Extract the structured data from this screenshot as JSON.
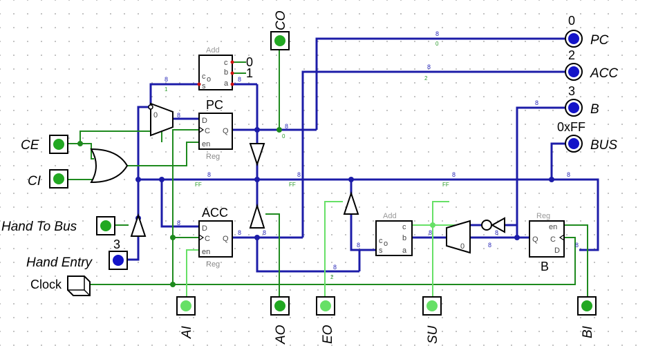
{
  "inputs": {
    "ce": "CE",
    "ci": "CI",
    "hand_to_bus": "Hand To Bus",
    "hand_entry": "Hand  Entry",
    "hand_entry_value": "3",
    "clock": "Clock"
  },
  "control_pins": {
    "co": "CO",
    "ai": "AI",
    "ao": "AO",
    "eo": "EO",
    "su": "SU",
    "bi": "BI"
  },
  "outputs": {
    "pc": {
      "label": "PC",
      "value": "0"
    },
    "acc": {
      "label": "ACC",
      "value": "2"
    },
    "b": {
      "label": "B",
      "value": "3"
    },
    "bus": {
      "label": "BUS",
      "value": "0xFF"
    }
  },
  "components": {
    "adder_top": {
      "header": "Add",
      "c": "c",
      "b": "b",
      "a": "a",
      "co": "c",
      "co_sub": "o",
      "s": "s",
      "const_c": "0",
      "const_b": "1"
    },
    "adder_mid": {
      "header": "Add",
      "c": "c",
      "b": "b",
      "a": "a",
      "co": "c",
      "co_sub": "o",
      "s": "s"
    },
    "pc_reg": {
      "title": "PC",
      "d": "D",
      "c": "C",
      "en": "en",
      "q": "Q",
      "footer": "Reg"
    },
    "acc_reg": {
      "title": "ACC",
      "d": "D",
      "c": "C",
      "en": "en",
      "q": "Q",
      "footer": "Reg"
    },
    "b_reg": {
      "title": "B",
      "header": "Reg",
      "en": "en",
      "c": "C",
      "d": "D",
      "q": "Q"
    },
    "mux_pc": {
      "sel": "0"
    },
    "mux_sub": {
      "sel": "0"
    }
  },
  "bus_labels": {
    "w8": "8",
    "pc_idx": "0",
    "acc_idx": "2",
    "carry_idx": "1",
    "ff": "FF",
    "sub_idx": "2"
  },
  "colors": {
    "bus": "#1c1ca8",
    "signal_high": "#66e066",
    "signal_low": "#1e8a1e",
    "pin_fill": "#22a822",
    "output_fill": "#1414c8"
  }
}
